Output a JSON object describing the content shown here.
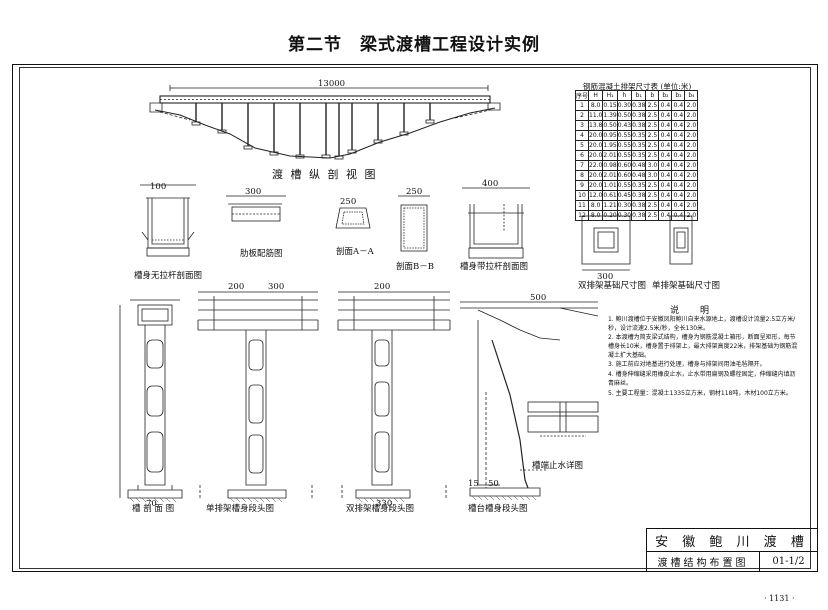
{
  "page": {
    "title": "第二节　梁式渡槽工程设计实例",
    "page_number": "· 1131 ·"
  },
  "view_labels": {
    "longitudinal": "渡 槽 纵 剖 视 图",
    "end_view": "槽身无拉杆剖面图",
    "rib_plan": "肋板配筋图",
    "section_aa": "剖面A－A",
    "section_bb": "剖面B－B",
    "with_tie": "槽身带拉杆剖面图",
    "pier_section": "槽 剖 面 图",
    "single_pier": "单排架槽身段头图",
    "double_pier": "双排架槽身段头图",
    "abutment": "槽台槽身段头图",
    "waterstop": "槽端止水详图",
    "double_footing": "双排架基础尺寸图",
    "single_footing": "单排架基础尺寸图"
  },
  "dims": {
    "total_length": "13000",
    "d300": "300",
    "d200": "200",
    "d100": "100",
    "d500": "500",
    "d250": "250",
    "d250b": "250",
    "d400": "400",
    "d300b": "300",
    "d330": "330",
    "d70": "70",
    "d50": "50",
    "d15": "15"
  },
  "rebar_table": {
    "title": "钢筋混凝土排架尺寸表 (单位:米)",
    "headers": [
      "序号",
      "H",
      "H₁",
      "h",
      "b₁",
      "b",
      "b₂",
      "b₃",
      "b₄"
    ],
    "rows": [
      [
        "1",
        "8.0",
        "0.15",
        "0.30",
        "0.38",
        "2.5",
        "0.4",
        "0.4",
        "2.0"
      ],
      [
        "2",
        "11.0",
        "1.39",
        "0.50",
        "0.38",
        "2.5",
        "0.4",
        "0.4",
        "2.0"
      ],
      [
        "3",
        "13.8",
        "0.50",
        "0.43",
        "0.38",
        "2.5",
        "0.4",
        "0.4",
        "2.0"
      ],
      [
        "4",
        "20.0",
        "0.95",
        "0.55",
        "0.35",
        "2.5",
        "0.4",
        "0.4",
        "2.0"
      ],
      [
        "5",
        "20.0",
        "1.95",
        "0.55",
        "0.35",
        "2.5",
        "0.4",
        "0.4",
        "2.0"
      ],
      [
        "6",
        "20.0",
        "2.01",
        "0.55",
        "0.35",
        "2.5",
        "0.4",
        "0.4",
        "2.0"
      ],
      [
        "7",
        "22.0",
        "0.98",
        "0.60",
        "0.48",
        "3.0",
        "0.4",
        "0.4",
        "2.0"
      ],
      [
        "8",
        "20.0",
        "2.01",
        "0.60",
        "0.48",
        "3.0",
        "0.4",
        "0.4",
        "2.0"
      ],
      [
        "9",
        "20.0",
        "1.01",
        "0.55",
        "0.35",
        "2.5",
        "0.4",
        "0.4",
        "2.0"
      ],
      [
        "10",
        "12.0",
        "0.61",
        "0.45",
        "0.38",
        "2.5",
        "0.4",
        "0.4",
        "2.0"
      ],
      [
        "11",
        "8.0",
        "1.21",
        "0.30",
        "0.38",
        "2.5",
        "0.4",
        "0.4",
        "2.0"
      ],
      [
        "12",
        "8.0",
        "0.20",
        "0.30",
        "0.38",
        "2.5",
        "0.4",
        "0.4",
        "2.0"
      ]
    ]
  },
  "notes": {
    "title": "说　明",
    "items": [
      "1. 鲍川渡槽位于安徽凤阳鲍川自来水源地上，渡槽设计流量2.5立方米/秒，设计流速2.5米/秒，全长130米。",
      "2. 本渡槽为简支梁式结构，槽身为钢筋混凝土箱形，断面呈矩形，每节槽身长10米，槽身置于排架上，最大排架高度22米，排架基础为钢筋混凝土扩大基础。",
      "3. 施工前应对地基进行处理，槽身与排架间用油毛毡隔开。",
      "4. 槽身伸缩缝采用橡皮止水，止水带用扁钢及螺栓固定，伸缩缝内填沥青麻丝。",
      "5. 主要工程量：混凝土1335立方米，钢材118吨，木材100立方米。"
    ]
  },
  "title_block": {
    "project": "安 徽 鲍 川 渡 槽",
    "drawing": "渡槽结构布置图",
    "number": "01-1/2"
  }
}
